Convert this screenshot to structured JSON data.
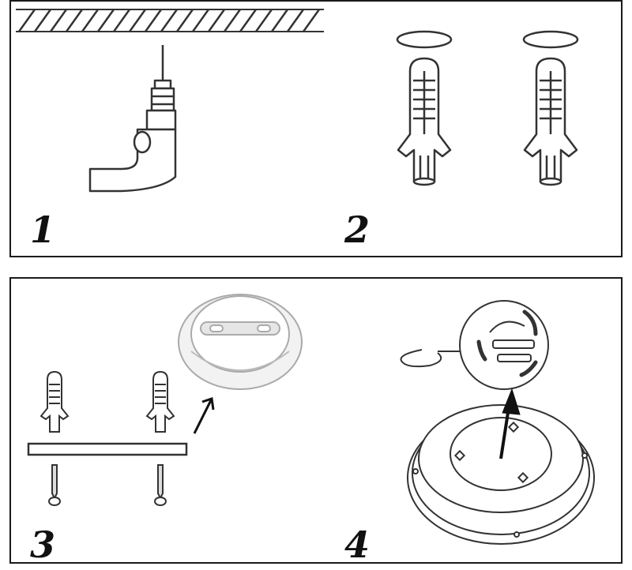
{
  "steps": [
    {
      "number": "1"
    },
    {
      "number": "2"
    },
    {
      "number": "3"
    },
    {
      "number": "4"
    }
  ],
  "colors": {
    "line": "#333333",
    "fill": "#ffffff",
    "dark": "#111111",
    "light_part": "#e8e8e8"
  }
}
